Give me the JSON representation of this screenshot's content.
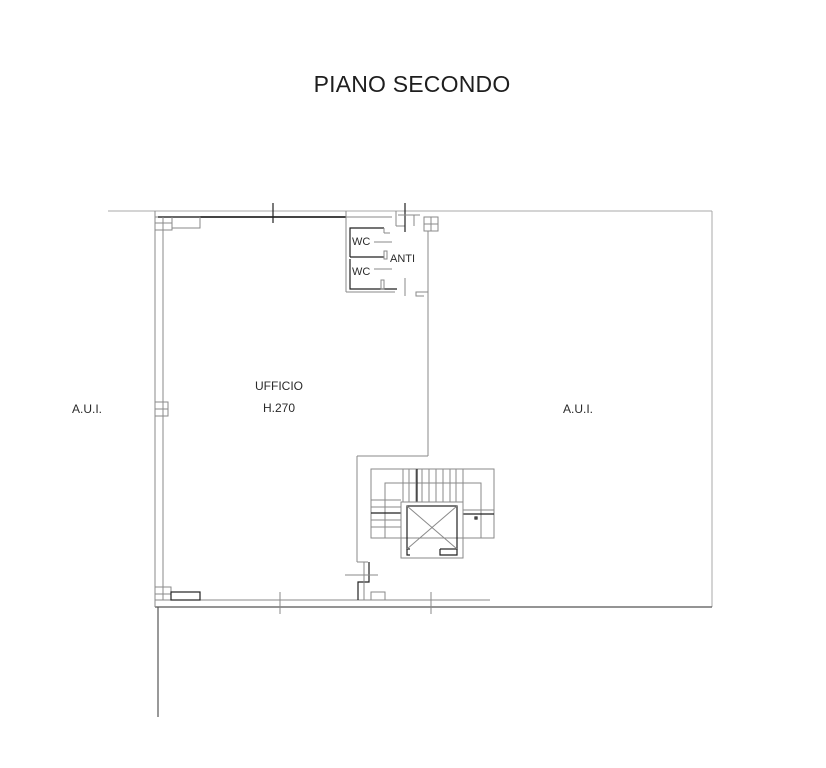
{
  "drawing": {
    "title": "PIANO SECONDO",
    "rooms": {
      "ufficio_name": "UFFICIO",
      "ufficio_height": "H.270",
      "wc_top": "WC",
      "wc_bottom": "WC",
      "anti": "ANTI",
      "aui_left": "A.U.I.",
      "aui_right": "A.U.I."
    },
    "colors": {
      "background": "#ffffff",
      "lines": "#555555",
      "text": "#1e1e1e"
    }
  }
}
